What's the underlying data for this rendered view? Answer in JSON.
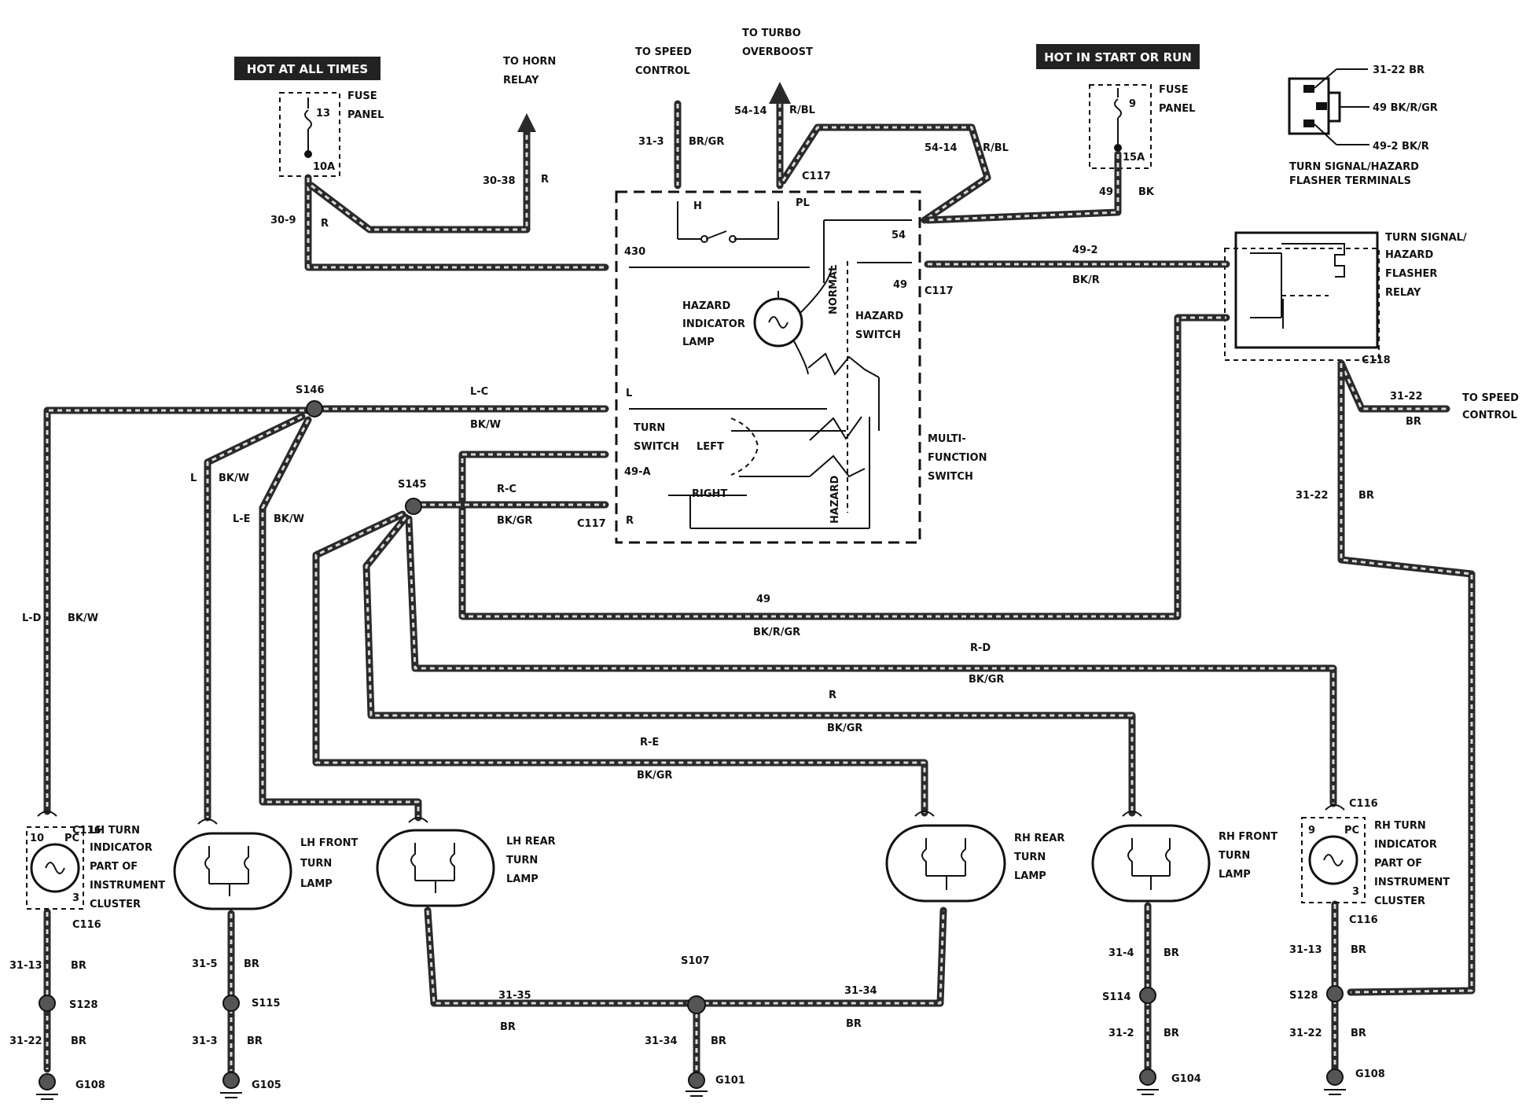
{
  "header": {
    "hot_all_times": "HOT AT ALL TIMES",
    "hot_start_run": "HOT IN START OR RUN"
  },
  "fuse_left": {
    "top": "13",
    "bottom": "10A",
    "label1": "FUSE",
    "label2": "PANEL"
  },
  "fuse_right": {
    "top": "9",
    "bottom": "15A",
    "label1": "FUSE",
    "label2": "PANEL"
  },
  "destinations": {
    "horn_1": "TO HORN",
    "horn_2": "RELAY",
    "speed_1": "TO SPEED",
    "speed_2": "CONTROL",
    "turbo_1": "TO TURBO",
    "turbo_2": "OVERBOOST",
    "speed_right_1": "TO SPEED",
    "speed_right_2": "CONTROL"
  },
  "flasher_terminals": {
    "t1": "31-22 BR",
    "t2": "49 BK/R/GR",
    "t3": "49-2 BK/R",
    "caption1": "TURN SIGNAL/HAZARD",
    "caption2": "FLASHER TERMINALS"
  },
  "flasher_relay": {
    "l1": "TURN SIGNAL/",
    "l2": "HAZARD",
    "l3": "FLASHER",
    "l4": "RELAY",
    "connector": "C118"
  },
  "switch": {
    "hazard_lamp_1": "HAZARD",
    "hazard_lamp_2": "INDICATOR",
    "hazard_lamp_3": "LAMP",
    "normal": "NORMAL",
    "hazard_sw_1": "HAZARD",
    "hazard_sw_2": "SWITCH",
    "turn_sw_1": "TURN",
    "turn_sw_2": "SWITCH",
    "left": "LEFT",
    "right": "RIGHT",
    "hazard_vert": "HAZARD",
    "multi_1": "MULTI-",
    "multi_2": "FUNCTION",
    "multi_3": "SWITCH",
    "pin_h": "H",
    "pin_pl": "PL",
    "pin_430": "430",
    "pin_54": "54",
    "pin_49": "49",
    "pin_l": "L",
    "pin_49a": "49-A",
    "pin_r": "R",
    "c117_top": "C117",
    "c117_mid": "C117",
    "c117_bot": "C117"
  },
  "wires": {
    "w30_9": "30-9",
    "w30_9c": "R",
    "w30_38": "30-38",
    "w30_38c": "R",
    "w31_3": "31-3",
    "w31_3c": "BR/GR",
    "w54_14a": "54-14",
    "w54_14ac": "R/BL",
    "w54_14b": "54-14",
    "w54_14bc": "R/BL",
    "w49": "49",
    "w49c": "BK",
    "w49_2": "49-2",
    "w49_2c": "BK/R",
    "w31_22": "31-22",
    "w31_22c": "BR",
    "w31_22b": "31-22",
    "w31_22bc": "BR",
    "lc": "L-C",
    "lcc": "BK/W",
    "rc": "R-C",
    "rcc": "BK/GR",
    "w49b": "49",
    "w49bc": "BK/R/GR",
    "rd": "R-D",
    "rdc": "BK/GR",
    "r": "R",
    "rc2": "BK/GR",
    "re": "R-E",
    "rec": "BK/GR",
    "l": "L",
    "lbkw": "BK/W",
    "le": "L-E",
    "lebkw": "BK/W",
    "ld": "L-D",
    "ldbkw": "BK/W"
  },
  "splices": {
    "s146": "S146",
    "s145": "S145",
    "s107": "S107",
    "s128a": "S128",
    "s115": "S115",
    "s114": "S114",
    "s128b": "S128"
  },
  "lamps": {
    "lh_ind_1": "LH TURN",
    "lh_ind_2": "INDICATOR",
    "lh_ind_3": "PART OF",
    "lh_ind_4": "INSTRUMENT",
    "lh_ind_5": "CLUSTER",
    "lh_front_1": "LH FRONT",
    "lh_front_2": "TURN",
    "lh_front_3": "LAMP",
    "lh_rear_1": "LH REAR",
    "lh_rear_2": "TURN",
    "lh_rear_3": "LAMP",
    "rh_rear_1": "RH REAR",
    "rh_rear_2": "TURN",
    "rh_rear_3": "LAMP",
    "rh_front_1": "RH FRONT",
    "rh_front_2": "TURN",
    "rh_front_3": "LAMP",
    "rh_ind_1": "RH TURN",
    "rh_ind_2": "INDICATOR",
    "rh_ind_3": "PART OF",
    "rh_ind_4": "INSTRUMENT",
    "rh_ind_5": "CLUSTER",
    "c116_a": "C116",
    "c116_b": "C116",
    "c116_c": "C116",
    "c116_d": "C116",
    "pin10": "10",
    "pc_a": "PC",
    "pin3_a": "3",
    "pin9": "9",
    "pc_b": "PC",
    "pin3_b": "3"
  },
  "grounds": {
    "g108a": "G108",
    "g105": "G105",
    "g101": "G101",
    "g104": "G104",
    "g108b": "G108",
    "w31_13a": "31-13",
    "br_a1": "BR",
    "w31_22g": "31-22",
    "br_a2": "BR",
    "w31_5": "31-5",
    "br_b1": "BR",
    "w31_3g": "31-3",
    "br_b2": "BR",
    "w31_35": "31-35",
    "br_c1": "BR",
    "w31_34a": "31-34",
    "br_c2": "BR",
    "w31_34b": "31-34",
    "br_c3": "BR",
    "w31_4": "31-4",
    "br_d1": "BR",
    "w31_2": "31-2",
    "br_d2": "BR",
    "w31_13b": "31-13",
    "br_e1": "BR",
    "w31_22h": "31-22",
    "br_e2": "BR"
  }
}
